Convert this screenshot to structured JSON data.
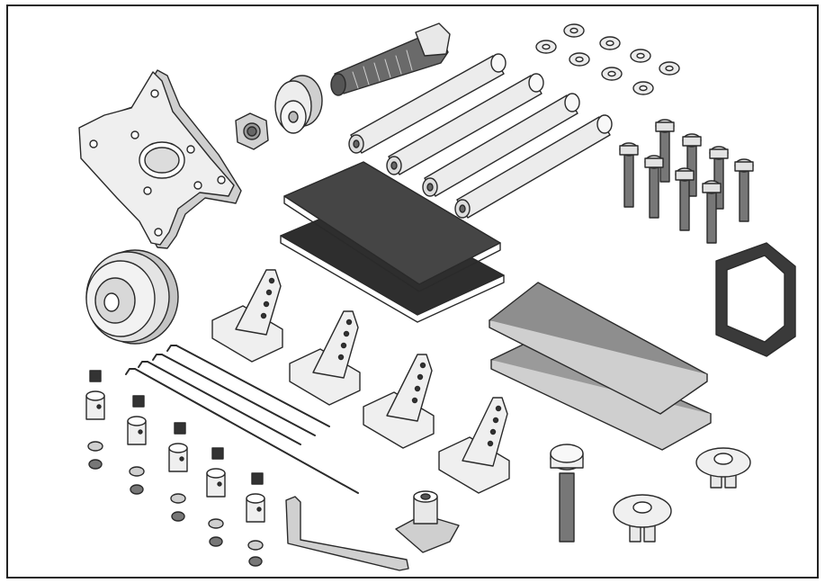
{
  "figure": {
    "style": "isometric line drawing, grayscale",
    "colors": {
      "outline": "#2a2a2a",
      "fill": "#eeeeee",
      "shade": "#c8c8c8",
      "dark": "#3c3c3c",
      "medium": "#8a8a8a"
    }
  },
  "parts": {
    "motor_mount": 1,
    "spinner": 1,
    "prop_nut": 1,
    "prop_washer": 1,
    "prop_adapter": 1,
    "standoffs": 4,
    "dark_plates": 2,
    "gray_plates": 2,
    "washers": 9,
    "cap_screws": 8,
    "fuel_tank_ring": 1,
    "control_horns": 4,
    "pushrods": 4,
    "wheel_collars": 5,
    "hex_key": 1,
    "blind_nut": 1,
    "long_screw": 1,
    "nylon_hinges": 2
  }
}
